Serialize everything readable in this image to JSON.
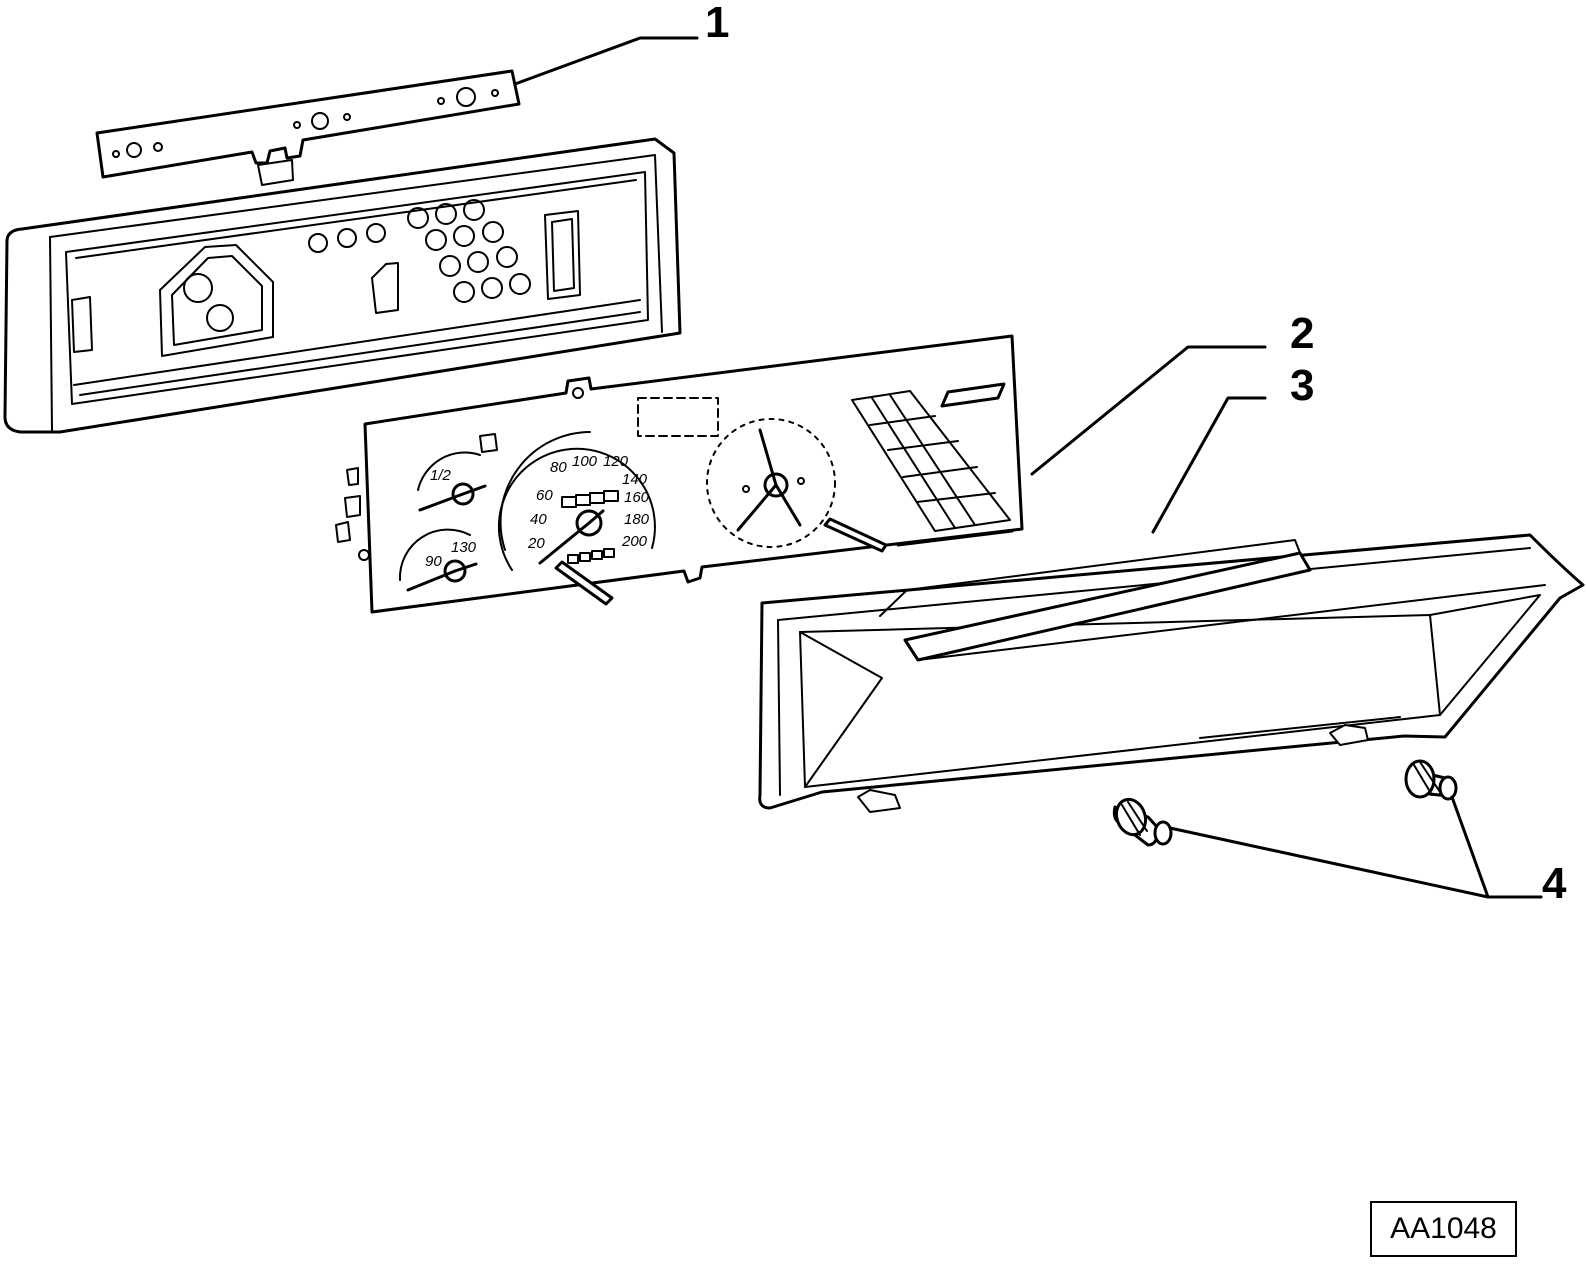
{
  "callouts": [
    {
      "id": "1",
      "label": "1"
    },
    {
      "id": "2",
      "label": "2"
    },
    {
      "id": "3",
      "label": "3"
    },
    {
      "id": "4",
      "label": "4"
    }
  ],
  "reference_code": "AA1048",
  "gauges": {
    "speedometer": [
      "20",
      "40",
      "60",
      "80",
      "100",
      "120",
      "140",
      "160",
      "180",
      "200"
    ],
    "temperature": [
      "90",
      "130"
    ],
    "fuel": [
      "1/2"
    ]
  }
}
